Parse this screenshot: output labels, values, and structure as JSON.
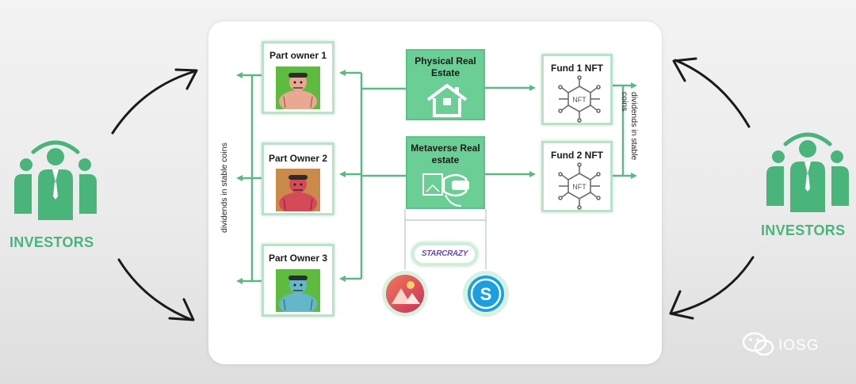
{
  "investors_left": {
    "label": "INVESTORS"
  },
  "investors_right": {
    "label": "INVESTORS"
  },
  "owners": [
    {
      "label": "Part owner 1"
    },
    {
      "label": "Part Owner 2"
    },
    {
      "label": "Part Owner 3"
    }
  ],
  "assets": {
    "physical": {
      "line1": "Physical Real",
      "line2": "Estate"
    },
    "metaverse": {
      "line1": "Metaverse Real",
      "line2": "estate"
    }
  },
  "funds": [
    {
      "label": "Fund 1 NFT",
      "badge": "NFT"
    },
    {
      "label": "Fund 2 NFT",
      "badge": "NFT"
    }
  ],
  "dividends_left": "dividends in stable coins",
  "dividends_right_line1": "dividends in stable",
  "dividends_right_line2": "coins",
  "platforms": {
    "starcrazy": "STARCRAZY",
    "sandbox_letter": "S"
  },
  "watermark": "IOSG",
  "colors": {
    "green": "#6bcf95",
    "line_green": "#5db884",
    "investor_green": "#49b57b",
    "owner1_bg": "#5dbb3e",
    "owner2_bg": "#c98a4a",
    "owner3_bg": "#5dbb3e"
  }
}
